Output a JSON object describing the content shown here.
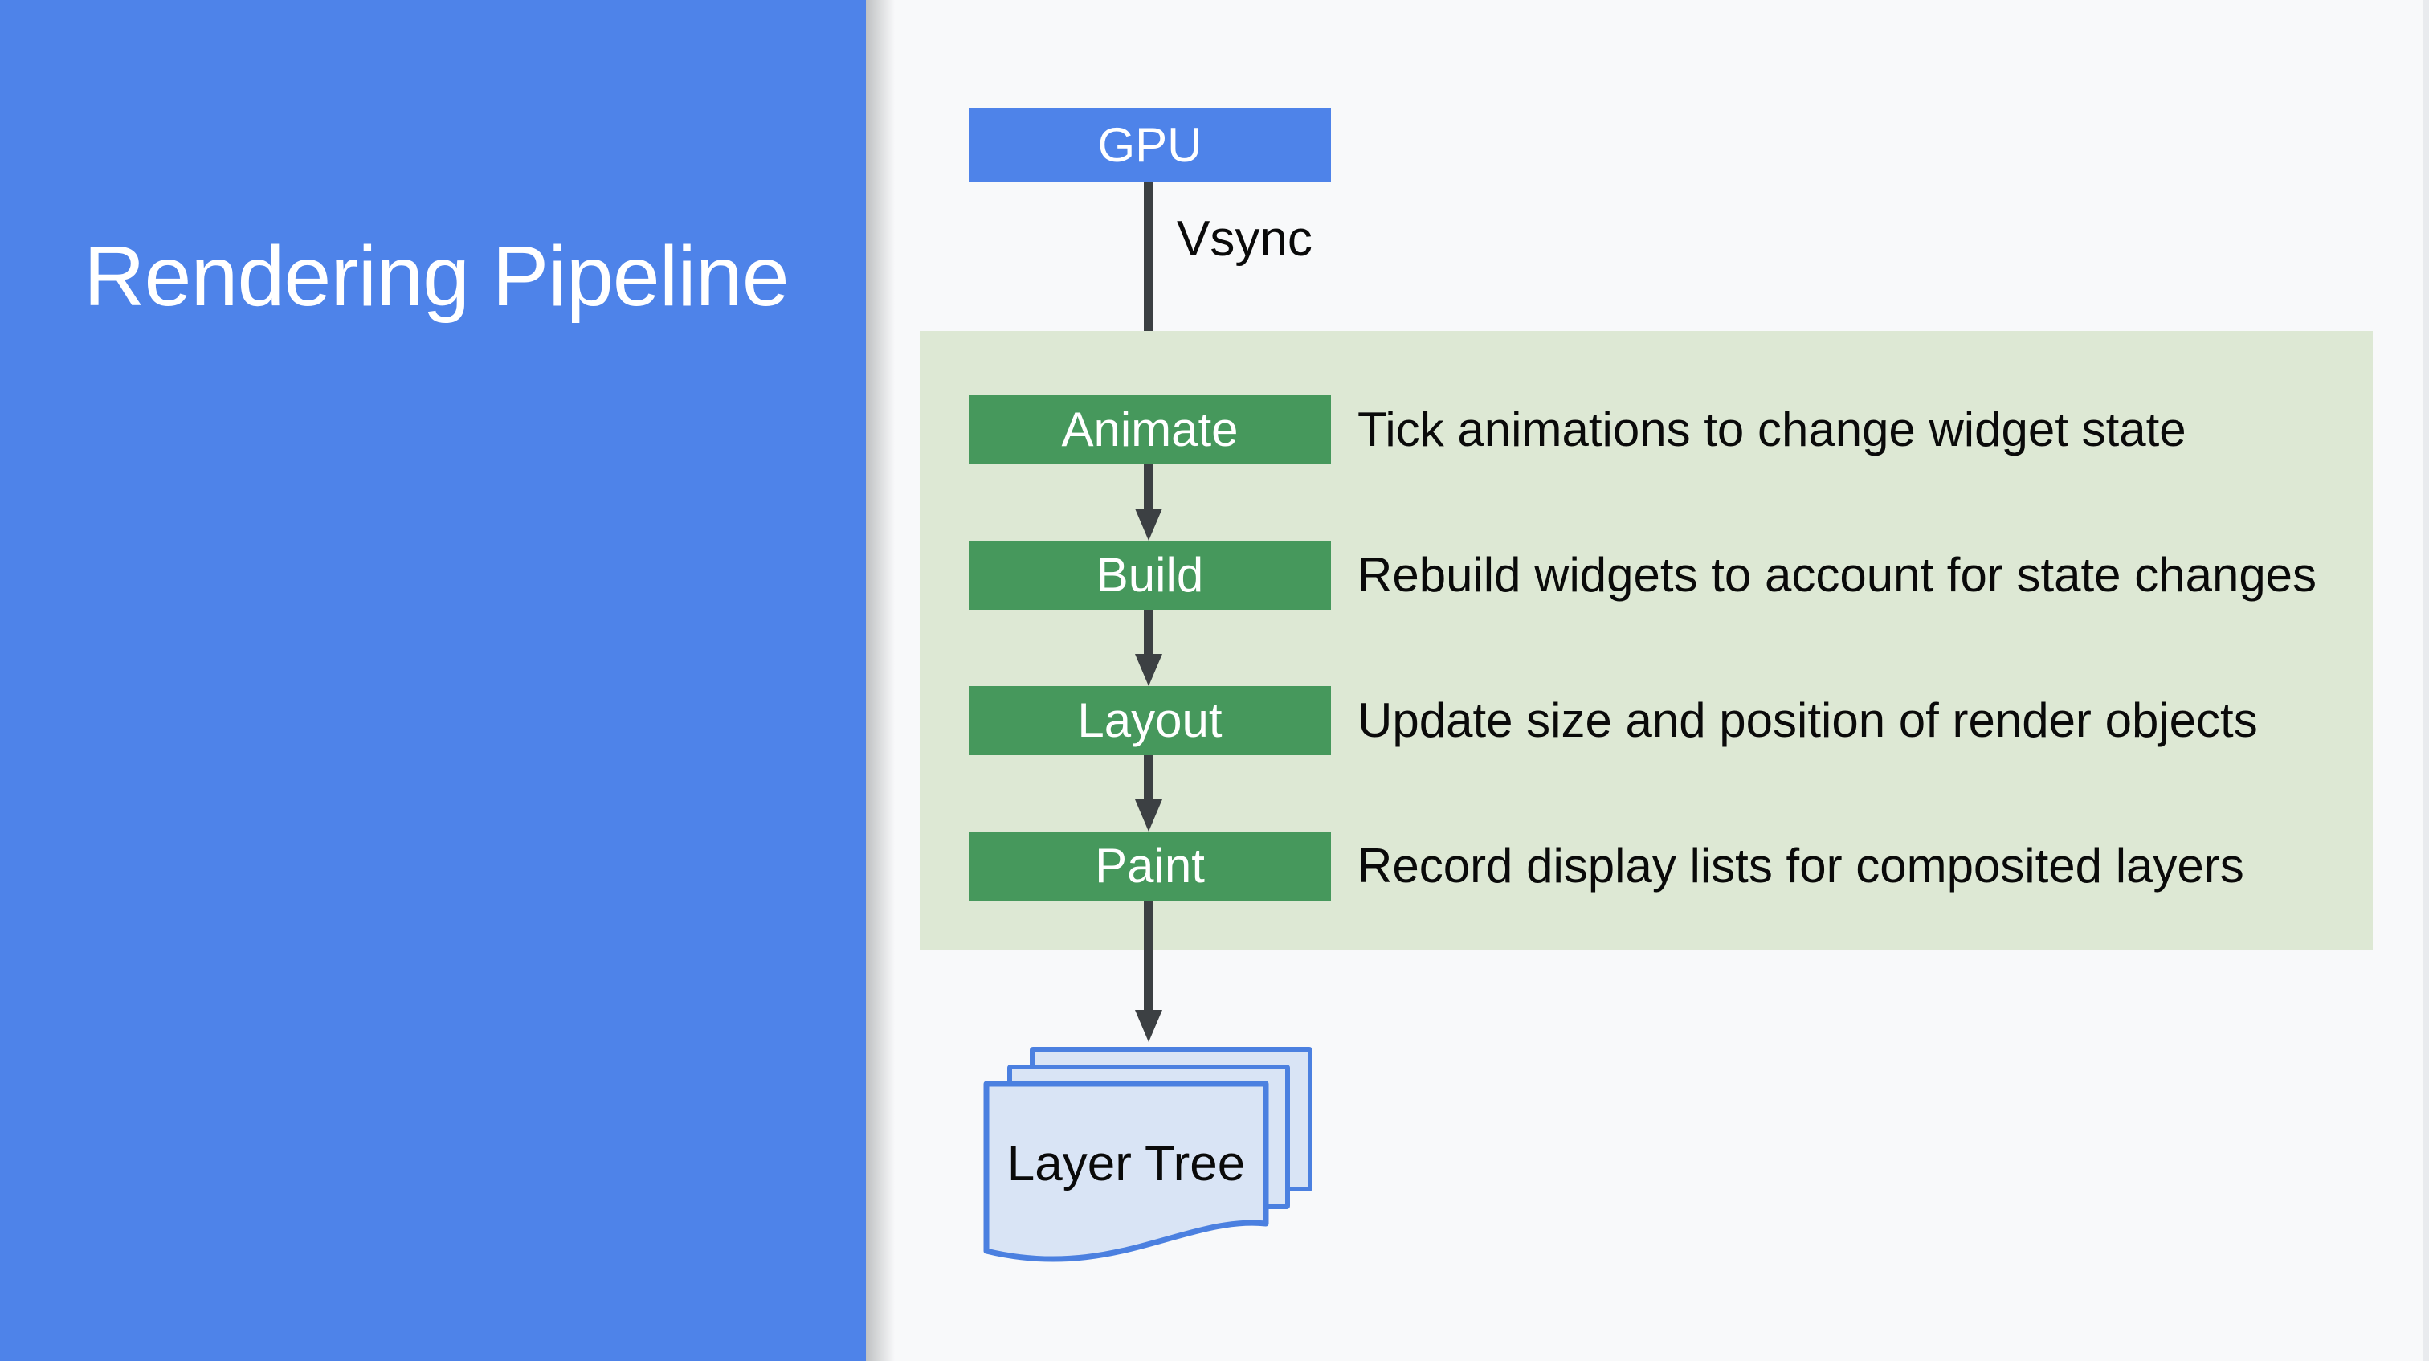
{
  "sidebar": {
    "title": "Rendering Pipeline",
    "bg_color": "#4e83e9"
  },
  "flow": {
    "gpu_label": "GPU",
    "vsync_label": "Vsync",
    "stages": [
      {
        "label": "Animate",
        "description": "Tick animations to change widget state"
      },
      {
        "label": "Build",
        "description": "Rebuild widgets to account for state changes"
      },
      {
        "label": "Layout",
        "description": "Update size and position of render objects"
      },
      {
        "label": "Paint",
        "description": "Record display lists for composited layers"
      }
    ],
    "output_label": "Layer Tree"
  },
  "colors": {
    "sidebar_blue": "#4e83e9",
    "gpu_blue": "#4e83e9",
    "stage_green": "#46985c",
    "panel_light_green": "#dde8d4",
    "arrow_gray": "#3c4043",
    "document_fill": "#d9e4f5",
    "document_border": "#4b80e0",
    "canvas_bg": "#f8f9fa"
  }
}
